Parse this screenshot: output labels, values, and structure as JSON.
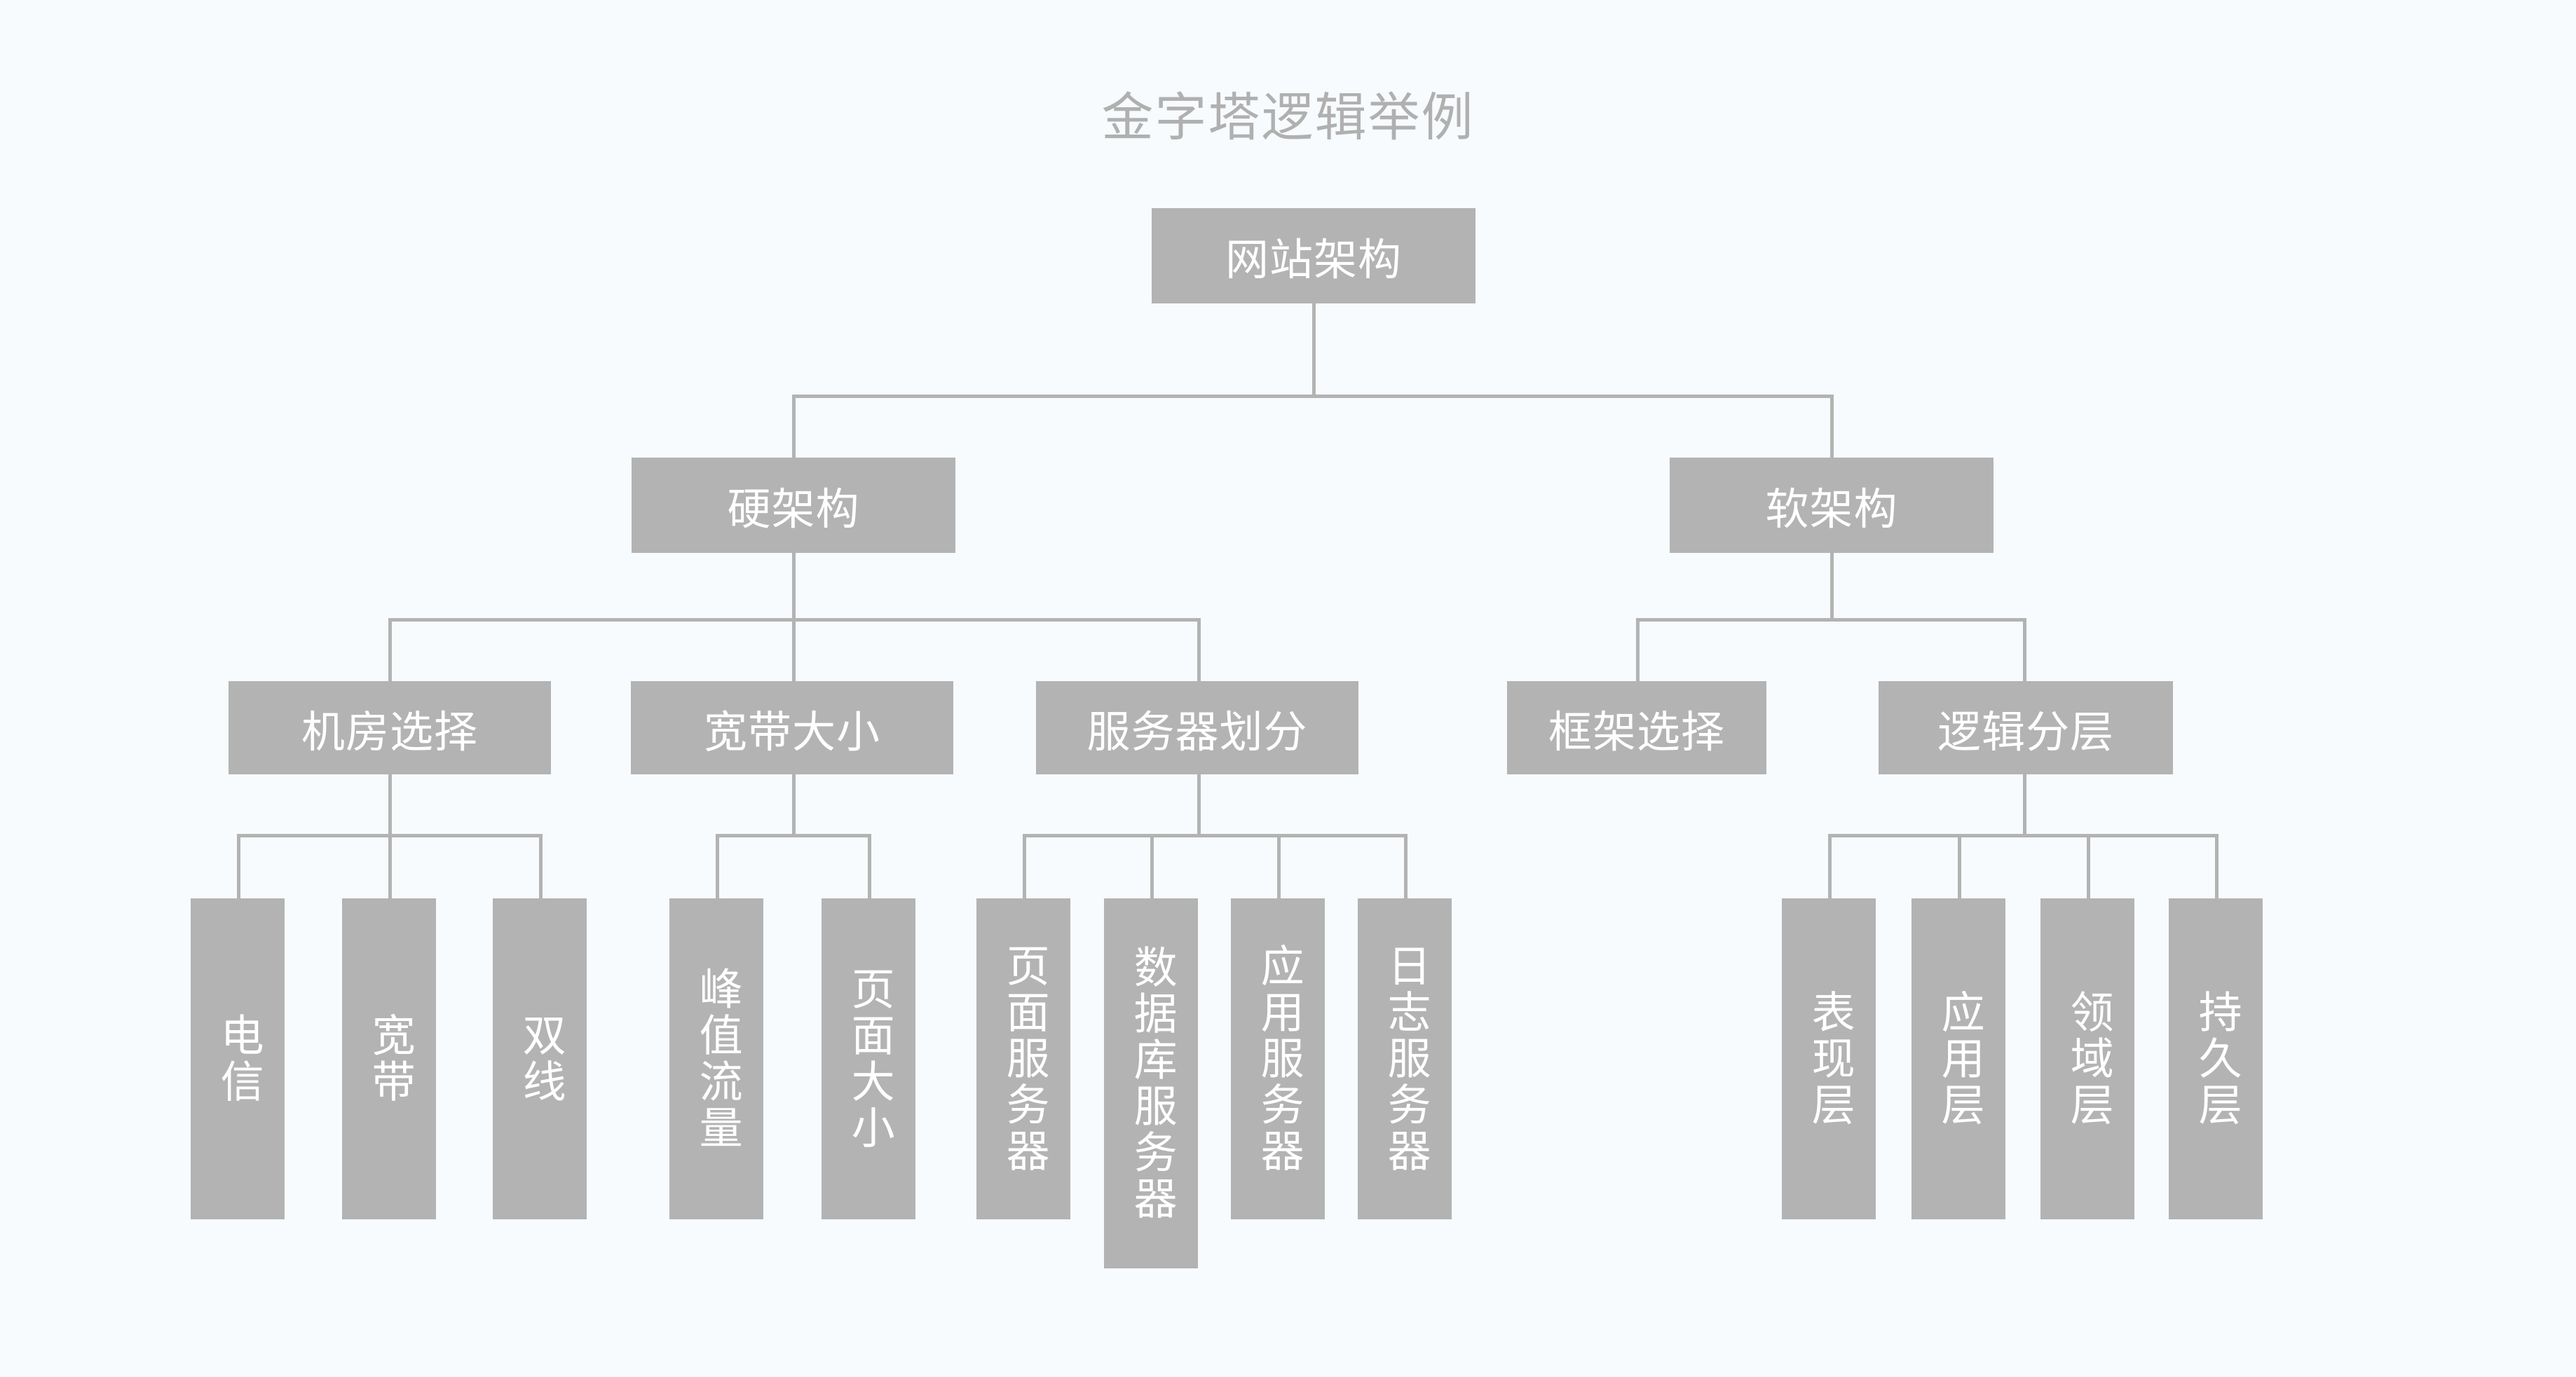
{
  "title": "金字塔逻辑举例",
  "colors": {
    "background": "#f7fbfd",
    "node_fill": "#b3b3b3",
    "node_text": "#ffffff",
    "title_text": "#b0b0b0",
    "connector": "#b3b3b3"
  },
  "chart_data": {
    "type": "diagram",
    "subtype": "pyramid-logic-tree",
    "title": "金字塔逻辑举例",
    "orientation": "top-down",
    "levels": 4,
    "nodes": [
      {
        "id": "root",
        "label": "网站架构",
        "level": 1,
        "parent": null
      },
      {
        "id": "hard",
        "label": "硬架构",
        "level": 2,
        "parent": "root"
      },
      {
        "id": "soft",
        "label": "软架构",
        "level": 2,
        "parent": "root"
      },
      {
        "id": "idc",
        "label": "机房选择",
        "level": 3,
        "parent": "hard"
      },
      {
        "id": "bw",
        "label": "宽带大小",
        "level": 3,
        "parent": "hard"
      },
      {
        "id": "svr",
        "label": "服务器划分",
        "level": 3,
        "parent": "hard"
      },
      {
        "id": "frame",
        "label": "框架选择",
        "level": 3,
        "parent": "soft"
      },
      {
        "id": "layer",
        "label": "逻辑分层",
        "level": 3,
        "parent": "soft"
      },
      {
        "id": "l1",
        "label": "电信",
        "level": 4,
        "parent": "idc"
      },
      {
        "id": "l2",
        "label": "宽带",
        "level": 4,
        "parent": "idc"
      },
      {
        "id": "l3",
        "label": "双线",
        "level": 4,
        "parent": "idc"
      },
      {
        "id": "l4",
        "label": "峰值流量",
        "level": 4,
        "parent": "bw"
      },
      {
        "id": "l5",
        "label": "页面大小",
        "level": 4,
        "parent": "bw"
      },
      {
        "id": "l6",
        "label": "页面服务器",
        "level": 4,
        "parent": "svr"
      },
      {
        "id": "l7",
        "label": "数据库服务器",
        "level": 4,
        "parent": "svr"
      },
      {
        "id": "l8",
        "label": "应用服务器",
        "level": 4,
        "parent": "svr"
      },
      {
        "id": "l9",
        "label": "日志服务器",
        "level": 4,
        "parent": "svr"
      },
      {
        "id": "l10",
        "label": "表现层",
        "level": 4,
        "parent": "layer"
      },
      {
        "id": "l11",
        "label": "应用层",
        "level": 4,
        "parent": "layer"
      },
      {
        "id": "l12",
        "label": "领域层",
        "level": 4,
        "parent": "layer"
      },
      {
        "id": "l13",
        "label": "持久层",
        "level": 4,
        "parent": "layer"
      }
    ]
  },
  "tree": {
    "root": {
      "label": "网站架构"
    },
    "level2": {
      "hard": {
        "label": "硬架构"
      },
      "soft": {
        "label": "软架构"
      }
    },
    "level3": {
      "idc": {
        "label": "机房选择"
      },
      "bw": {
        "label": "宽带大小"
      },
      "svr": {
        "label": "服务器划分"
      },
      "frame": {
        "label": "框架选择"
      },
      "layer": {
        "label": "逻辑分层"
      }
    },
    "leaves": {
      "l1": {
        "label": "电信"
      },
      "l2": {
        "label": "宽带"
      },
      "l3": {
        "label": "双线"
      },
      "l4": {
        "label": "峰值流量"
      },
      "l5": {
        "label": "页面大小"
      },
      "l6": {
        "label": "页面服务器"
      },
      "l7": {
        "label": "数据库服务器"
      },
      "l8": {
        "label": "应用服务器"
      },
      "l9": {
        "label": "日志服务器"
      },
      "l10": {
        "label": "表现层"
      },
      "l11": {
        "label": "应用层"
      },
      "l12": {
        "label": "领域层"
      },
      "l13": {
        "label": "持久层"
      }
    }
  }
}
